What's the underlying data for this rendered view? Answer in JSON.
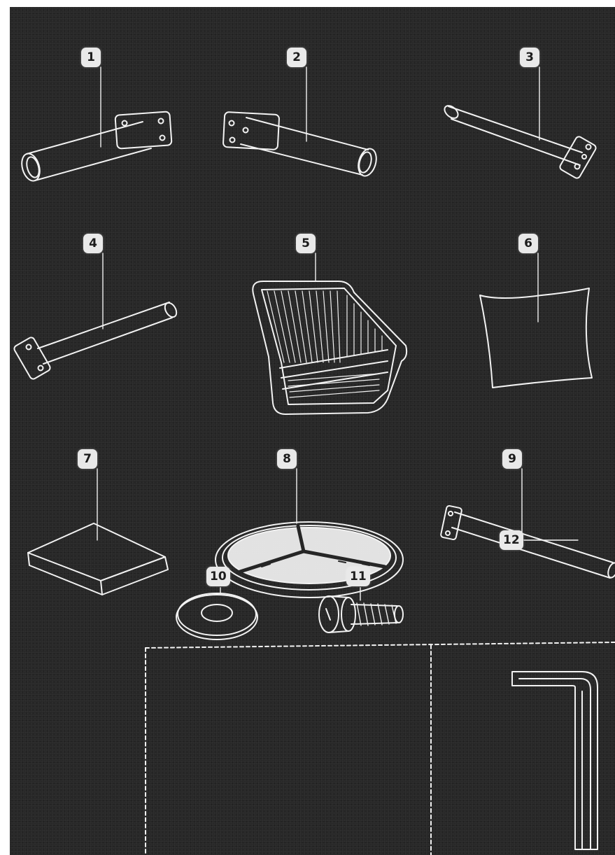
{
  "diagram": {
    "background_color": "#262626",
    "line_color": "#f2f2f2",
    "label_background": "#e9e9e9",
    "parts": [
      {
        "number": "1",
        "icon": "tube-with-plate-icon"
      },
      {
        "number": "2",
        "icon": "tube-with-plate-icon"
      },
      {
        "number": "3",
        "icon": "leg-tube-icon"
      },
      {
        "number": "4",
        "icon": "leg-tube-icon"
      },
      {
        "number": "5",
        "icon": "woven-seat-icon"
      },
      {
        "number": "6",
        "icon": "cushion-icon"
      },
      {
        "number": "7",
        "icon": "pad-icon"
      },
      {
        "number": "8",
        "icon": "round-base-icon"
      },
      {
        "number": "9",
        "icon": "leg-tube-icon"
      },
      {
        "number": "10",
        "icon": "washer-icon"
      },
      {
        "number": "11",
        "icon": "bolt-icon"
      },
      {
        "number": "12",
        "icon": "allen-key-icon"
      }
    ]
  }
}
